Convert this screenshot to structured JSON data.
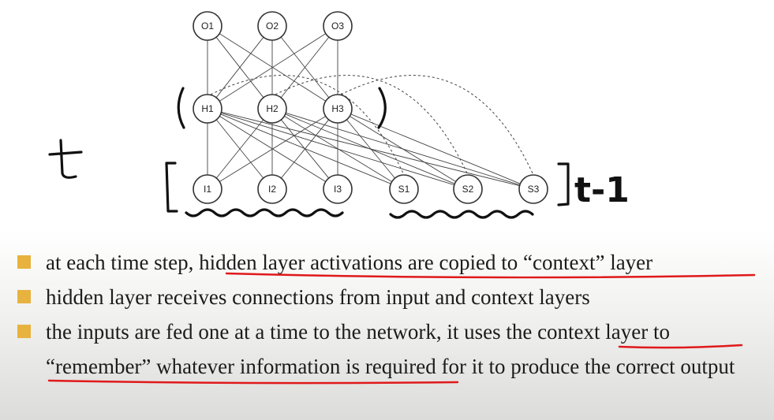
{
  "diagram": {
    "output_nodes": [
      "O1",
      "O2",
      "O3"
    ],
    "hidden_nodes": [
      "H1",
      "H2",
      "H3"
    ],
    "input_nodes": [
      "I1",
      "I2",
      "I3"
    ],
    "context_nodes": [
      "S1",
      "S2",
      "S3"
    ],
    "annotations": {
      "time_label": "t",
      "previous_time_label": "t-1"
    }
  },
  "bullets": [
    {
      "text": "at each time step, hidden layer activations are copied to “context” layer"
    },
    {
      "text": "hidden layer receives connections from input and context layers"
    },
    {
      "text": "the inputs are fed one at a time to the network, it uses the context layer to “remember” whatever information is required for it to produce the correct output"
    }
  ],
  "colors": {
    "bullet_marker": "#e7b23e",
    "underline_ink": "#e0191b",
    "node_stroke": "#333333"
  }
}
